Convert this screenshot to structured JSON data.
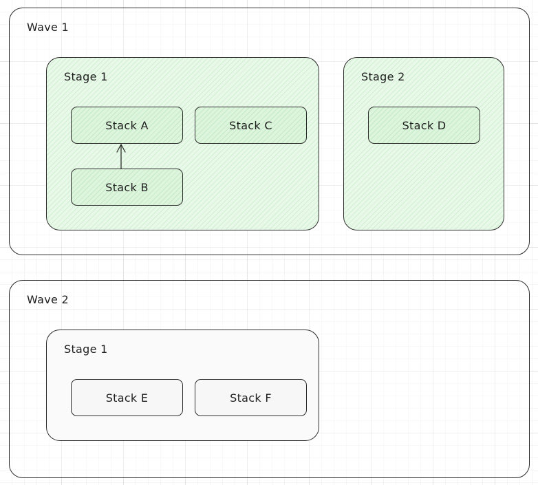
{
  "waves": [
    {
      "label": "Wave 1",
      "stages": [
        {
          "label": "Stage 1",
          "stacks": [
            "Stack A",
            "Stack C",
            "Stack B"
          ]
        },
        {
          "label": "Stage 2",
          "stacks": [
            "Stack D"
          ]
        }
      ]
    },
    {
      "label": "Wave 2",
      "stages": [
        {
          "label": "Stage 1",
          "stacks": [
            "Stack E",
            "Stack F"
          ]
        }
      ]
    }
  ],
  "connections": [
    {
      "from": "Stack B",
      "to": "Stack A"
    }
  ],
  "colors": {
    "stage_fill_active": "#e9f9e9",
    "stack_fill_active": "#dcf5dc",
    "stack_fill_inactive": "#f7f7f7",
    "stroke": "#2b2b2b"
  }
}
